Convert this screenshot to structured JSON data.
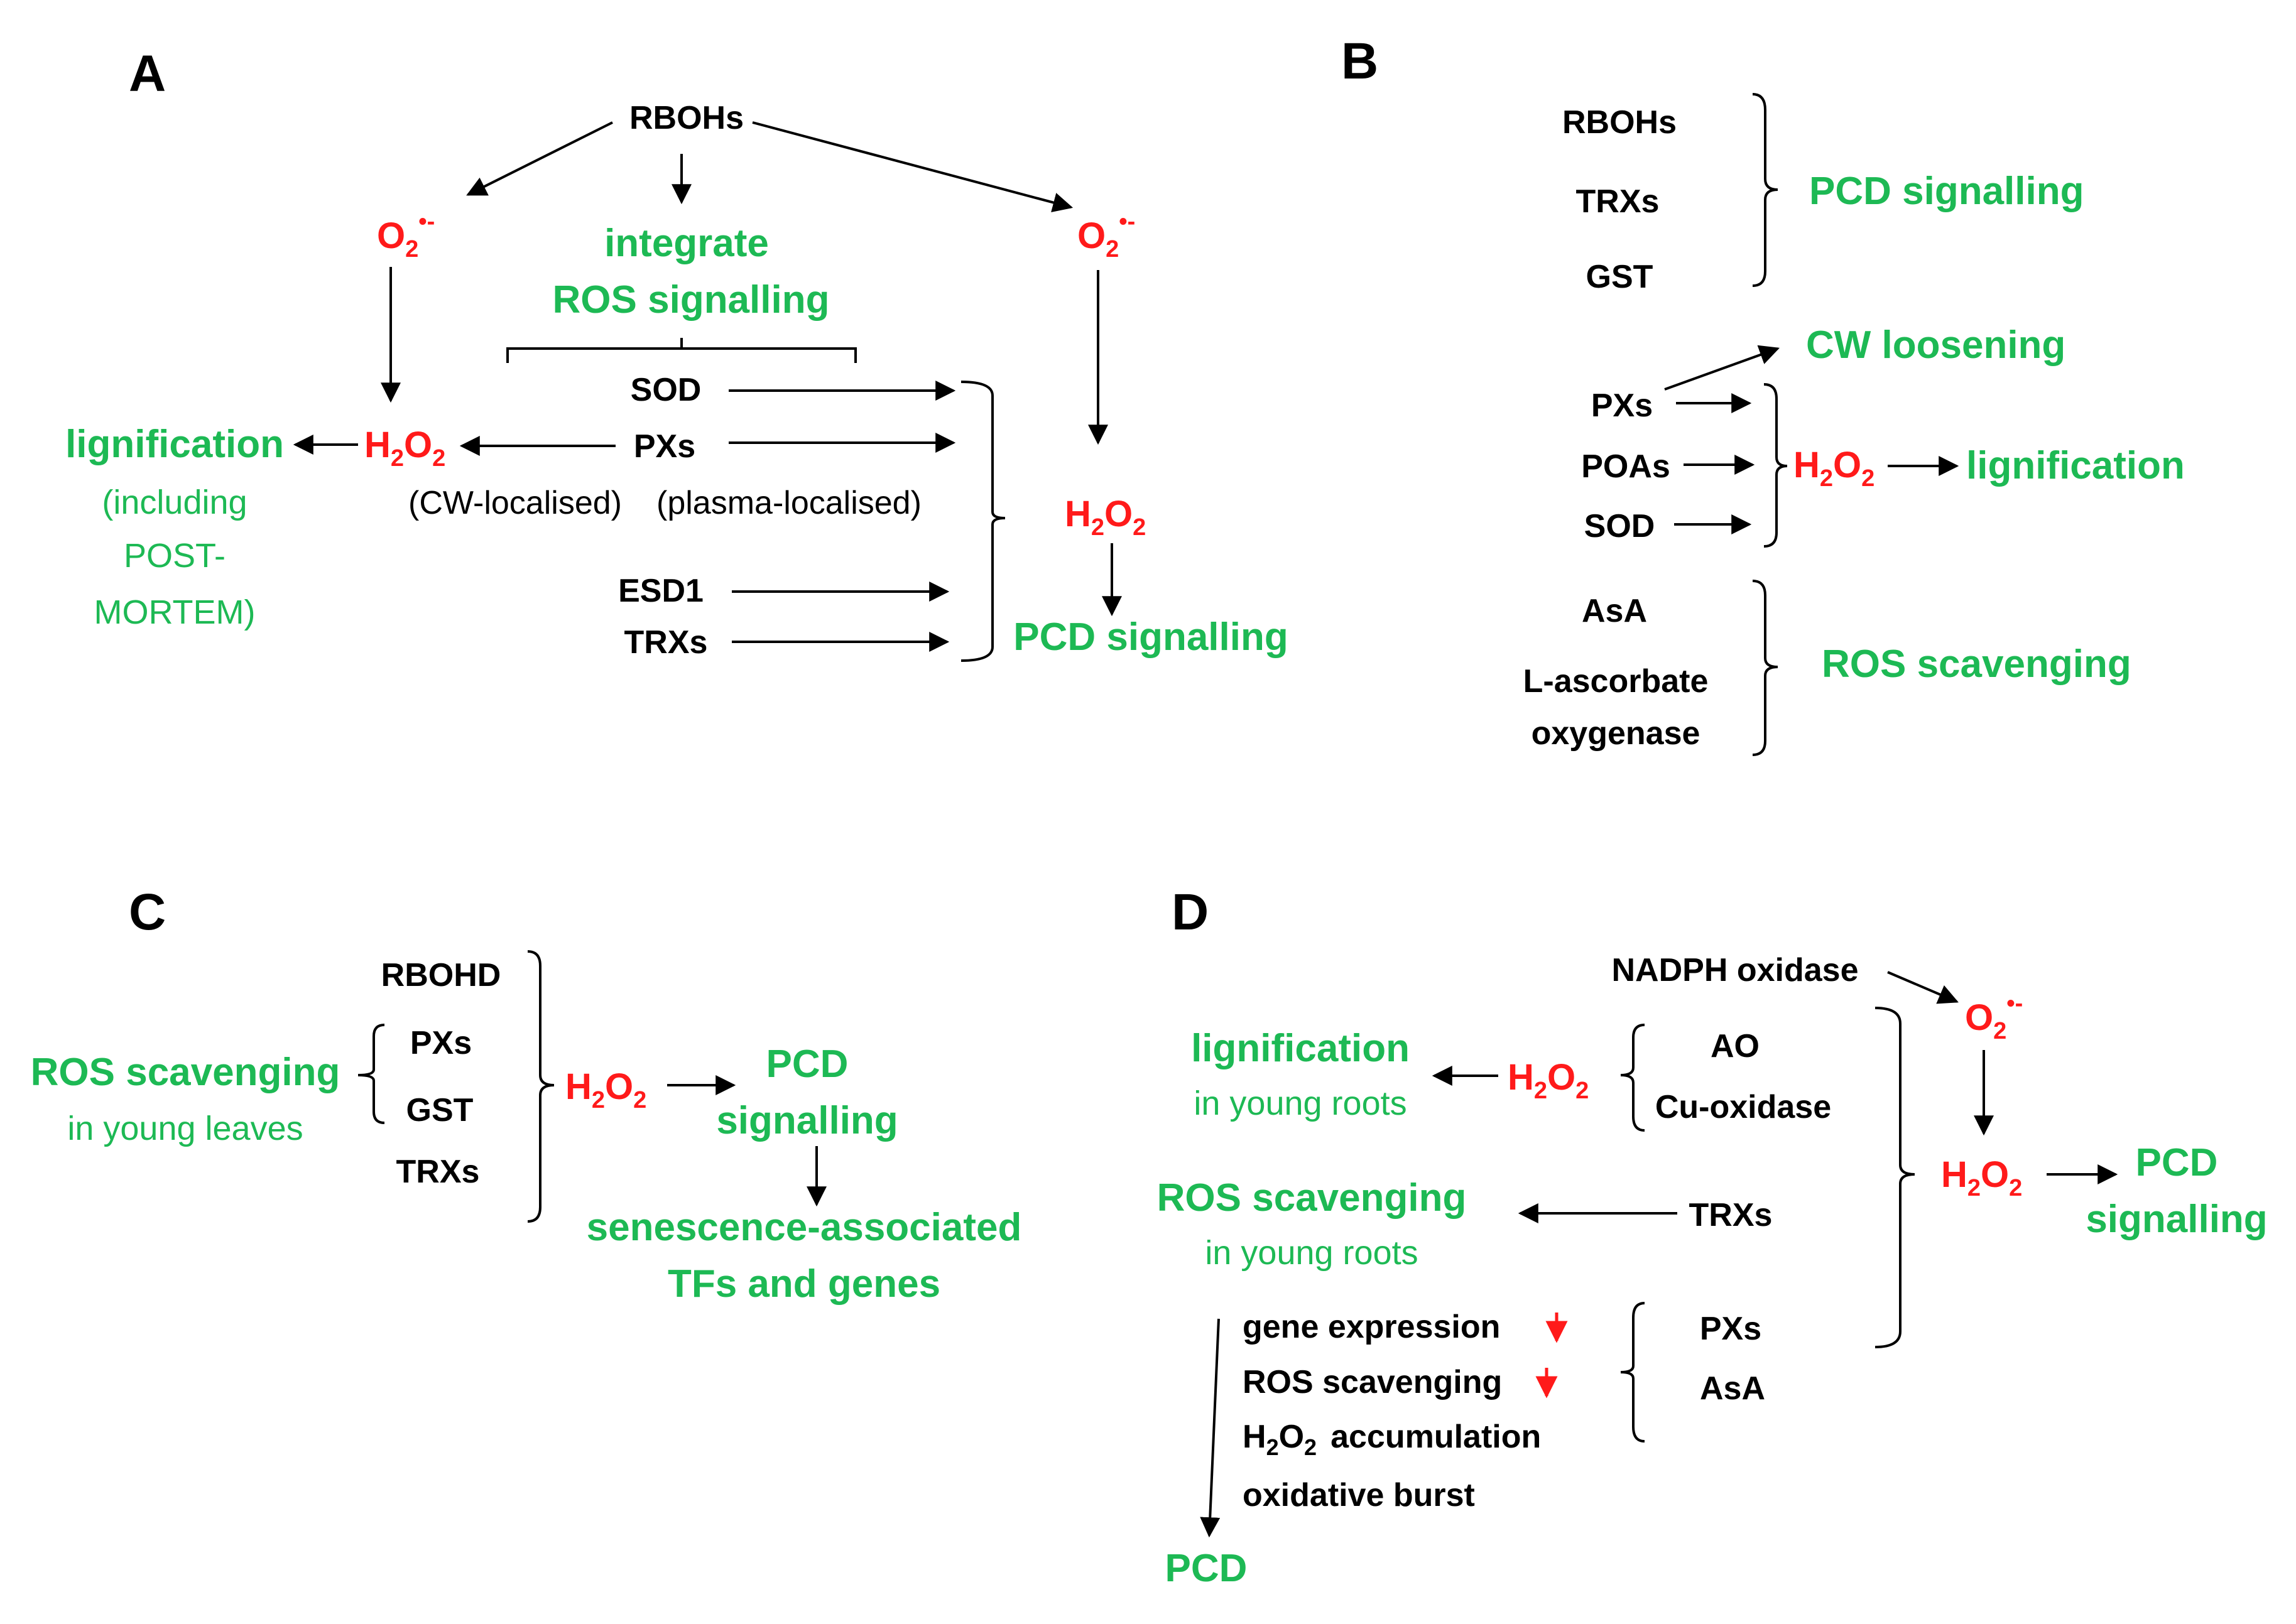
{
  "colors": {
    "label": "#000000",
    "process": "#1db954",
    "ros": "#ff1a1a"
  },
  "panelA": {
    "letter": "A",
    "rbohs": "RBOHs",
    "o2": "O",
    "o2_sub": "2",
    "o2_sup": "•-",
    "integrate1": "integrate",
    "integrate2": "ROS signalling",
    "sod": "SOD",
    "pxs": "PXs",
    "cw_localised": "(CW-localised)",
    "plasma_localised": "(plasma-localised)",
    "esd1": "ESD1",
    "trxs": "TRXs",
    "h2o2": "H",
    "h2o2_sub1": "2",
    "h2o2_o": "O",
    "h2o2_sub2": "2",
    "lignification": "lignification",
    "including1": "(including",
    "including2": "POST-",
    "including3": "MORTEM)",
    "pcd_signalling": "PCD signalling"
  },
  "panelB": {
    "letter": "B",
    "rbohs": "RBOHs",
    "trxs": "TRXs",
    "gst": "GST",
    "pcd_signalling": "PCD signalling",
    "cw_loosening": "CW loosening",
    "pxs": "PXs",
    "poas": "POAs",
    "sod": "SOD",
    "h2o2": "H",
    "h2o2_sub1": "2",
    "h2o2_o": "O",
    "h2o2_sub2": "2",
    "lignification": "lignification",
    "asa": "AsA",
    "ascorbate1": "L-ascorbate",
    "ascorbate2": "oxygenase",
    "ros_scavenging": "ROS scavenging"
  },
  "panelC": {
    "letter": "C",
    "rbohd": "RBOHD",
    "pxs": "PXs",
    "gst": "GST",
    "trxs": "TRXs",
    "ros_scavenging": "ROS scavenging",
    "young_leaves": "in young leaves",
    "h2o2": "H",
    "h2o2_sub1": "2",
    "h2o2_o": "O",
    "h2o2_sub2": "2",
    "pcd1": "PCD",
    "pcd2": "signalling",
    "senescence1": "senescence-associated",
    "senescence2": "TFs and genes"
  },
  "panelD": {
    "letter": "D",
    "nadph": "NADPH oxidase",
    "o2": "O",
    "o2_sub": "2",
    "o2_sup": "•-",
    "h2o2": "H",
    "h2o2_sub1": "2",
    "h2o2_o": "O",
    "h2o2_sub2": "2",
    "pcd1": "PCD",
    "pcd2": "signalling",
    "lignification": "lignification",
    "young_roots": "in young roots",
    "ao": "AO",
    "cu_oxidase": "Cu-oxidase",
    "ros_scavenging": "ROS scavenging",
    "young_roots2": "in young roots",
    "trxs": "TRXs",
    "gene_expression": "gene expression",
    "ros_scavenging2": "ROS scavenging",
    "h2o2_acc_h": "H",
    "h2o2_acc_sub1": "2",
    "h2o2_acc_o": "O",
    "h2o2_acc_sub2": "2",
    "accumulation": "accumulation",
    "oxidative_burst": "oxidative burst",
    "pxs": "PXs",
    "asa": "AsA",
    "pcd": "PCD"
  }
}
